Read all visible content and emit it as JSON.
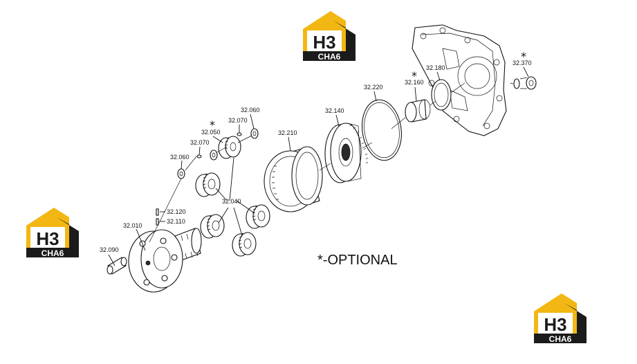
{
  "labels": {
    "p32010": "32.010",
    "p32040": "32.040",
    "p32050": "32.050",
    "p32060a": "32.060",
    "p32060b": "32.060",
    "p32070a": "32.070",
    "p32070b": "32.070",
    "p32090": "32.090",
    "p32110": "32.110",
    "p32120": "32.120",
    "p32140": "32.140",
    "p32160": "32.160",
    "p32180": "32.180",
    "p32210": "32.210",
    "p32220": "32.220",
    "p32370": "32.370"
  },
  "note": "*-OPTIONAL",
  "logo": {
    "mark": "H3",
    "word": "CHA6",
    "accent": "#f2b713",
    "dark": "#1b1b1b"
  },
  "star_glyph": "*"
}
